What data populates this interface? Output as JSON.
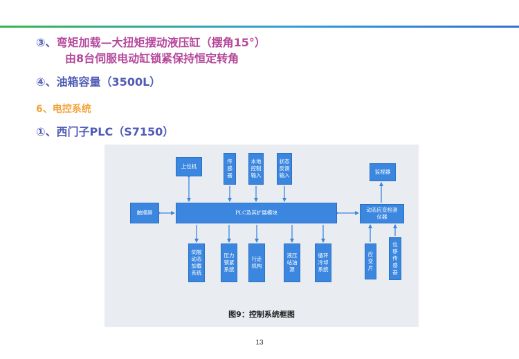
{
  "slide": {
    "item3_num": "③、",
    "item3_line1": "弯矩加载—大扭矩摆动液压缸（摆角15°）",
    "item3_line2": "由8台伺服电动缸锁紧保持恒定转角",
    "item4": "④、油箱容量（3500L）",
    "section6": "6、电控系统",
    "item1": "①、西门子PLC（S7150）",
    "page_number": "13"
  },
  "diagram": {
    "nodes": {
      "host": "上位机",
      "sensor": "传感器",
      "local_ctrl": "本地控制输入",
      "status_fb": "状态反馈输入",
      "monitor": "监视器",
      "touch": "触摸屏",
      "plc": "PLC及其扩展模块",
      "strain_instr": "动态应变检测仪器",
      "servo": "伺服动态加载系统",
      "pressure": "压力锁紧系统",
      "travel": "行走机构",
      "pump": "液压站油源",
      "cooling": "循环冷却系统",
      "strain_gauge": "应变片",
      "disp_sensor": "位移传感器"
    },
    "caption": "图9：控制系统框图",
    "colors": {
      "box": "#3b87e0",
      "arrow": "#3b87e0",
      "panel": "#e9ecf0"
    }
  }
}
